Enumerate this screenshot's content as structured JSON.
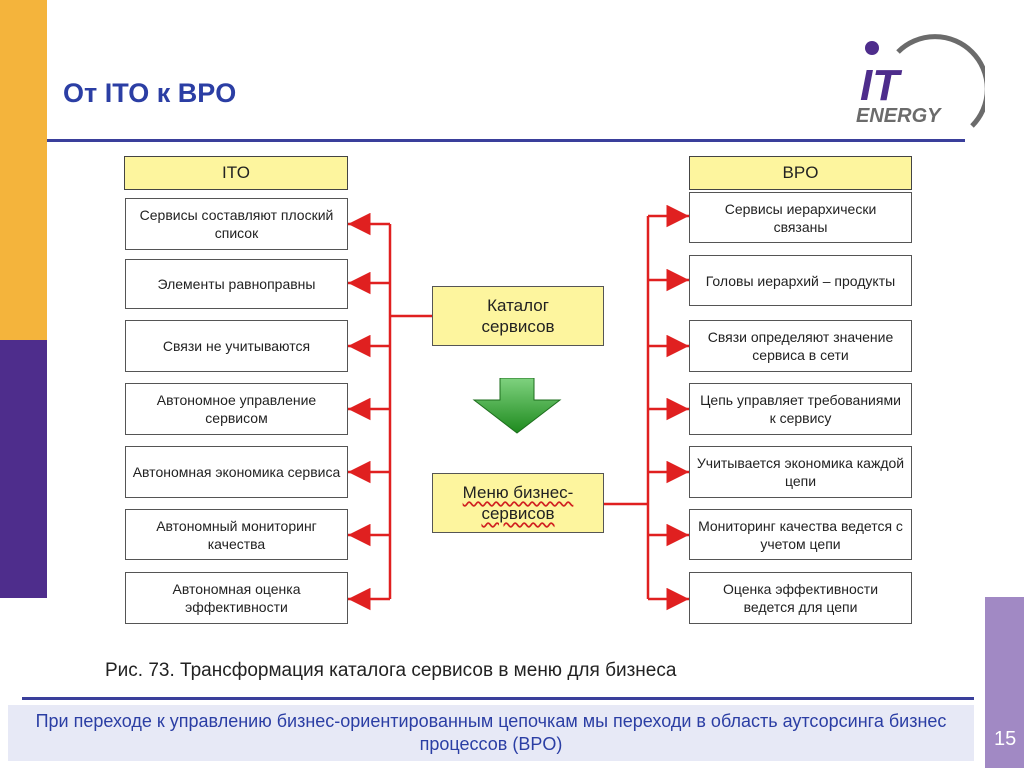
{
  "slide": {
    "title": "От ITO к BPO",
    "page_number": "15"
  },
  "logo": {
    "line1": "IT",
    "line2": "ENERGY",
    "accent_color": "#6b6b6b",
    "primary_color": "#4e2d8c"
  },
  "diagram": {
    "left_header": "ITO",
    "right_header": "BPO",
    "left_items": [
      "Сервисы составляют плоский список",
      "Элементы равноправны",
      "Связи не учитываются",
      "Автономное управление сервисом",
      "Автономная экономика сервиса",
      "Автономный мониторинг качества",
      "Автономная оценка эффективности"
    ],
    "right_items": [
      "Сервисы иерархически связаны",
      "Головы иерархий – продукты",
      "Связи определяют значение сервиса в сети",
      "Цепь управляет требованиями к сервису",
      "Учитывается экономика каждой цепи",
      "Мониторинг качества ведется с учетом цепи",
      "Оценка эффективности ведется для цепи"
    ],
    "center_top": "Каталог сервисов",
    "center_bottom": "Меню бизнес-сервисов",
    "arrow_color": "#e02020",
    "transform_arrow_color": "#1e8a1e"
  },
  "caption": "Рис. 73.  Трансформация каталога сервисов в меню для бизнеса",
  "footer": {
    "text": "При переходе к управлению бизнес-ориентированным  цепочкам мы переходи в область аутсорсинга бизнес процессов (BPO)"
  },
  "colors": {
    "title": "#2b3ea4",
    "accent_yellow": "#f4b43c",
    "accent_purple": "#4e2d8c",
    "box_fill": "#fdf59e"
  }
}
